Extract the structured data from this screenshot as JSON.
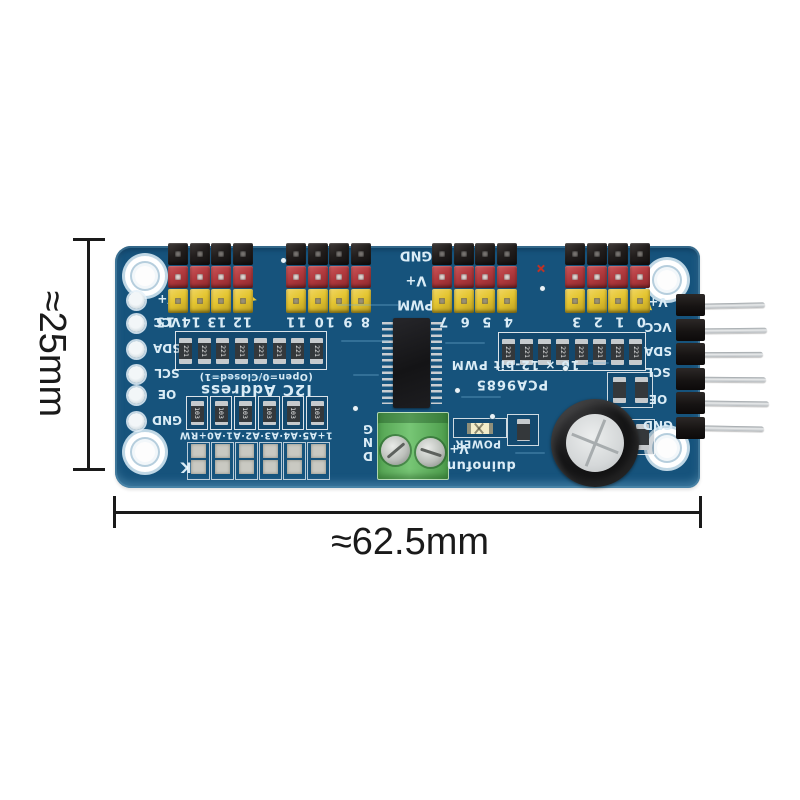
{
  "image_type": "product-photo-with-dimensions",
  "dimension_annotations": {
    "height": "≈25mm",
    "width": "≈62.5mm"
  },
  "board": {
    "brand": "duinofun",
    "chip_label": "PCA9685",
    "chip_desc": "16 × 12-bit PWM",
    "power_label": "POWER",
    "i2c_address_title": "I2C Address",
    "i2c_address_note": "(Open=0/Closed=1)",
    "address_jumper_labels": "1+A5·A4·A3·A2·A1·A0+RW",
    "corner_mark": "K",
    "header_row_labels": {
      "row1": "GND",
      "row2": "V+",
      "row3": "PWM"
    },
    "channel_numbers": [
      "12 13 14 15",
      "8 9 10 11",
      "4 5 6 7",
      "0 1 2 3"
    ],
    "left_breakout_pins": [
      "V+",
      "VCC",
      "SDA",
      "SCL",
      "OE",
      "GND"
    ],
    "right_header_pins": [
      "V+",
      "VCC",
      "SDA",
      "SCL",
      "OE",
      "GND"
    ],
    "terminal_labels": {
      "left": "GND",
      "right": "V+"
    },
    "resistor_value_top": "221",
    "resistor_value_addr": "103"
  },
  "colors": {
    "pcb": "#16537c",
    "pcb_dark": "#0e3f63",
    "silk": "#daecf6",
    "header_black": "#211d1c",
    "header_red": "#b23a3e",
    "header_yellow": "#e4c531",
    "terminal_green": "#63b65f",
    "terminal_green_dark": "#3c8c44",
    "pin_silver": "#c9ced2",
    "dimension": "#1a1a1a"
  }
}
